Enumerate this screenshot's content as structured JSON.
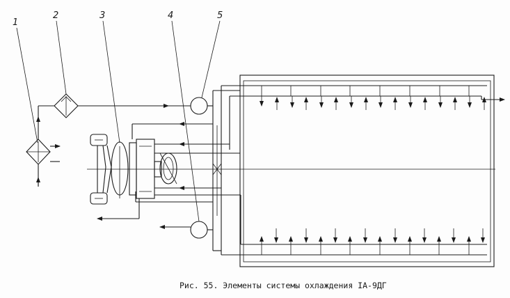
{
  "diagram": {
    "labels": [
      {
        "id": "1",
        "text": "1"
      },
      {
        "id": "2",
        "text": "2"
      },
      {
        "id": "3",
        "text": "3"
      },
      {
        "id": "4",
        "text": "4"
      },
      {
        "id": "5",
        "text": "5"
      }
    ],
    "caption": "Рис. 55. Элементы системы охлаждения IA-9ДГ"
  }
}
